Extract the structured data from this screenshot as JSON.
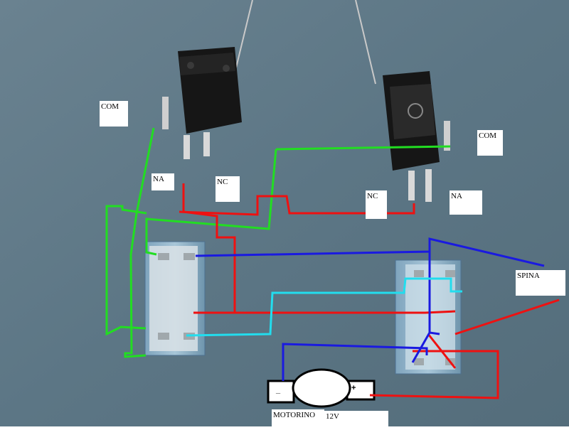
{
  "labels": {
    "com_left": "COM",
    "com_right": "COM",
    "na_left": "NA",
    "nc_left": "NC",
    "nc_right": "NC",
    "na_right": "NA",
    "spina": "SPINA",
    "motorino": "MOTORINO",
    "voltage": "12V",
    "motor_minus": "_",
    "motor_plus": "+"
  },
  "colors": {
    "background": "#5e7887",
    "green_wire": "#22dd22",
    "red_wire": "#ee1111",
    "blue_wire": "#1a1ae0",
    "cyan_wire": "#22ddee",
    "switch_body": "#161616",
    "relay_body": "#8fb3c9",
    "relay_face": "#d7e0e3"
  },
  "icons": {
    "left_switch": "microswitch-icon",
    "right_switch": "microswitch-icon",
    "left_relay": "relay-icon",
    "right_relay": "relay-icon",
    "motor": "motor-icon"
  }
}
